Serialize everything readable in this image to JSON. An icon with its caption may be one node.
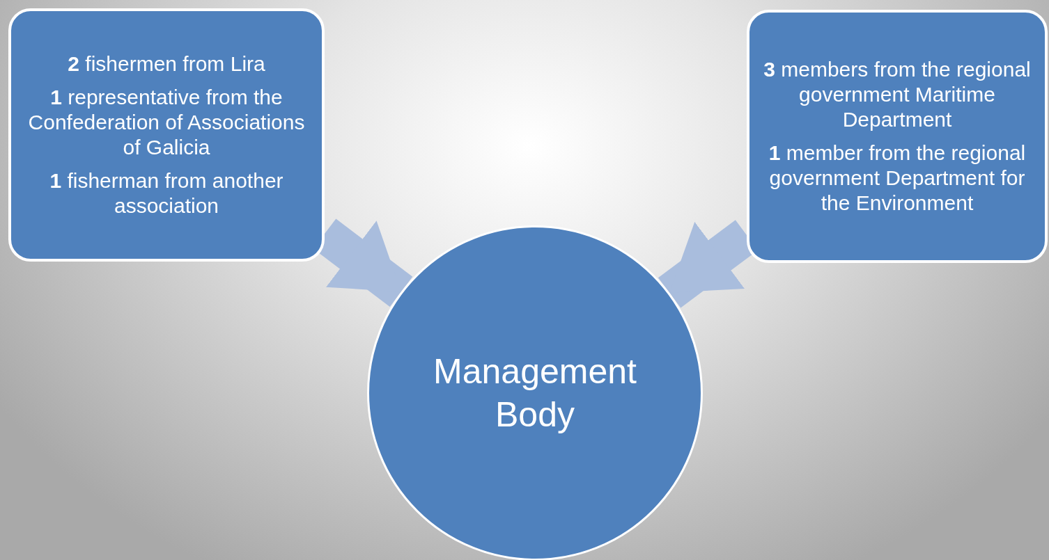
{
  "diagram": {
    "nodes": [
      {
        "text": [
          "**2** fishermen from Lira",
          "**1** representative from the Confederation of Associations of Galicia",
          "**1** fisherman from another association"
        ]
      },
      {
        "text": [
          "**3** members from the regional government Maritime Department",
          "**1** member from the regional government Department for the Environment"
        ]
      },
      {
        "text": [
          "Management Body"
        ]
      }
    ],
    "edges": [
      {
        "from": 0,
        "to": 2,
        "arrow": "to"
      },
      {
        "from": 1,
        "to": 2,
        "arrow": "to"
      }
    ]
  }
}
